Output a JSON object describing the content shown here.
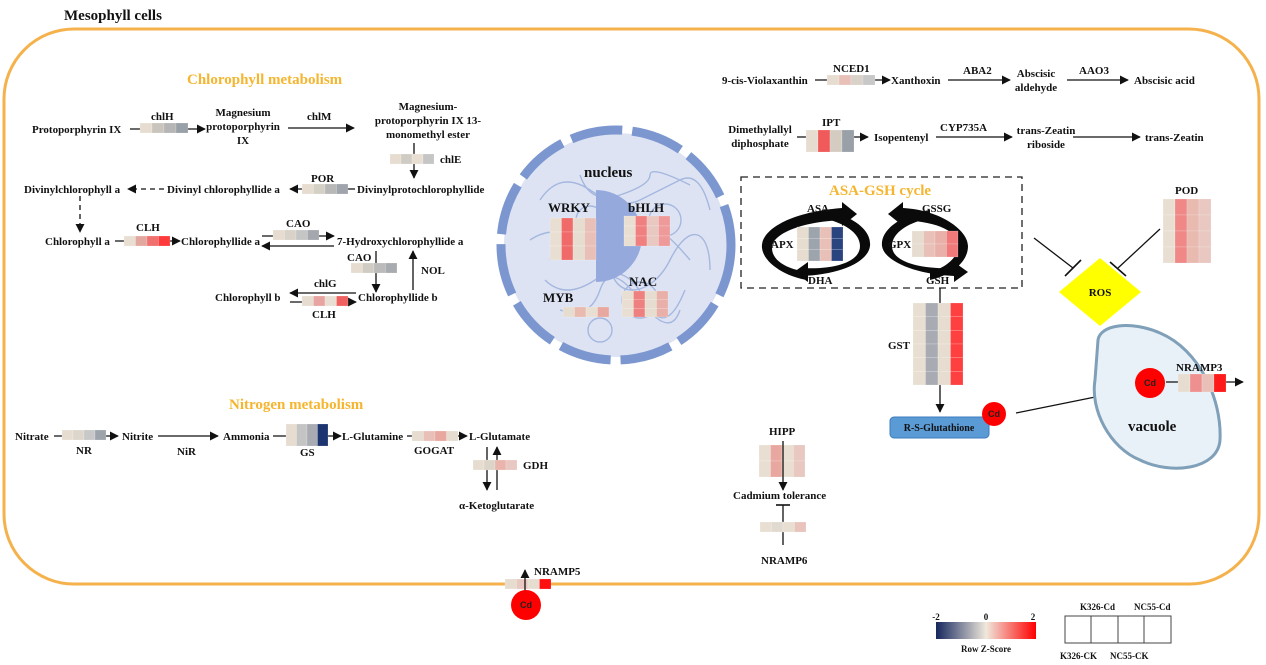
{
  "title": "Mesophyll cells",
  "sections": {
    "chlorophyll": "Chlorophyll metabolism",
    "nitrogen": "Nitrogen metabolism",
    "asa_gsh": "ASA-GSH cycle",
    "nucleus": "nucleus",
    "vacuole": "vacuole"
  },
  "chlorophyll_nodes": {
    "protoporphyrin": "Protoporphyrin IX",
    "mg_proto_1": "Magnesium",
    "mg_proto_2": "protoporphyrin",
    "mg_proto_3": "IX",
    "mg_ester_1": "Magnesium-",
    "mg_ester_2": "protoporphyrin IX 13-",
    "mg_ester_3": "monomethyl ester",
    "divinylprotochlorophyllide": "Divinylprotochlorophyllide",
    "divinyl_chlorophyllide": "Divinyl chlorophyllide a",
    "divinylchlorophyll": "Divinylchlorophyll a",
    "chlorophyll_a": "Chlorophyll a",
    "chlorophyllide_a": "Chlorophyllide a",
    "hydroxy": "7-Hydroxychlorophyllide a",
    "chlorophyllide_b": "Chlorophyllide b",
    "chlorophyll_b": "Chlorophyll b"
  },
  "chlorophyll_genes": {
    "chlH": "chlH",
    "chlM": "chlM",
    "chlE": "chlE",
    "POR": "POR",
    "CLH": "CLH",
    "CAO": "CAO",
    "CAO2": "CAO",
    "NOL": "NOL",
    "chlG": "chlG",
    "CLH2": "CLH"
  },
  "nitrogen": {
    "nitrate": "Nitrate",
    "nitrite": "Nitrite",
    "ammonia": "Ammonia",
    "glutamine": "L-Glutamine",
    "glutamate": "L-Glutamate",
    "ketoglutarate": "α-Ketoglutarate",
    "NR": "NR",
    "NiR": "NiR",
    "GS": "GS",
    "GOGAT": "GOGAT",
    "GDH": "GDH"
  },
  "tfs": {
    "wrky": "WRKY",
    "bhlh": "bHLH",
    "myb": "MYB",
    "nac": "NAC"
  },
  "aba": {
    "violaxanthin": "9-cis-Violaxanthin",
    "NCED1": "NCED1",
    "xanthoxin": "Xanthoxin",
    "ABA2": "ABA2",
    "aldehyde_1": "Abscisic",
    "aldehyde_2": "aldehyde",
    "AAO3": "AAO3",
    "abscisic_acid": "Abscisic acid"
  },
  "zeatin": {
    "dmapp_1": "Dimethylallyl",
    "dmapp_2": "diphosphate",
    "IPT": "IPT",
    "isopentenyl": "Isopentenyl",
    "CYP735A": "CYP735A",
    "riboside_1": "trans-Zeatin",
    "riboside_2": "riboside",
    "zeatin": "trans-Zeatin"
  },
  "asa": {
    "ASA": "ASA",
    "GSSG": "GSSG",
    "APX": "APX",
    "GPX": "GPX",
    "DHA": "DHA",
    "GSH": "GSH",
    "POD": "POD",
    "ROS": "ROS",
    "GST": "GST",
    "rsg": "R-S-Glutathione"
  },
  "cd": {
    "label": "Cd",
    "NRAMP3": "NRAMP3",
    "NRAMP5": "NRAMP5",
    "HIPP": "HIPP",
    "tolerance": "Cadmium tolerance",
    "NRAMP6": "NRAMP6"
  },
  "legend": {
    "min": "-2",
    "mid": "0",
    "max": "2",
    "label": "Row Z-Score",
    "k326_cd": "K326-Cd",
    "nc55_cd": "NC55-Cd",
    "k326_ck": "K326-CK",
    "nc55_ck": "NC55-CK"
  },
  "colors": {
    "cell_border": "#f5b24c",
    "section_title": "#f5b52e",
    "nucleus_fill": "#d6ddf0",
    "nucleus_border": "#7c97cf",
    "ros": "#ffff00",
    "cd": "#ff0000",
    "rsg": "#5b9bd5",
    "heat_high": "#ff0000",
    "heat_low": "#1f3a7a",
    "heat_mid": "#e8dfd2"
  }
}
